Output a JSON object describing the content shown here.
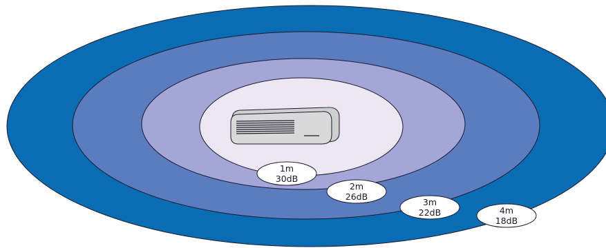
{
  "colors": {
    "ring_4m": "#0a6db4",
    "ring_3m": "#5b7dc0",
    "ring_2m": "#a3a6d6",
    "ring_1m": "#ece7f3",
    "projector_body": "#d6d6d6",
    "label_fill": "#ffffff",
    "outline": "#1a1a2e"
  },
  "zones": [
    {
      "distance": "1m",
      "noise": "30dB"
    },
    {
      "distance": "2m",
      "noise": "26dB"
    },
    {
      "distance": "3m",
      "noise": "22dB"
    },
    {
      "distance": "4m",
      "noise": "18dB"
    }
  ],
  "icons": {
    "center": "projector-icon"
  }
}
